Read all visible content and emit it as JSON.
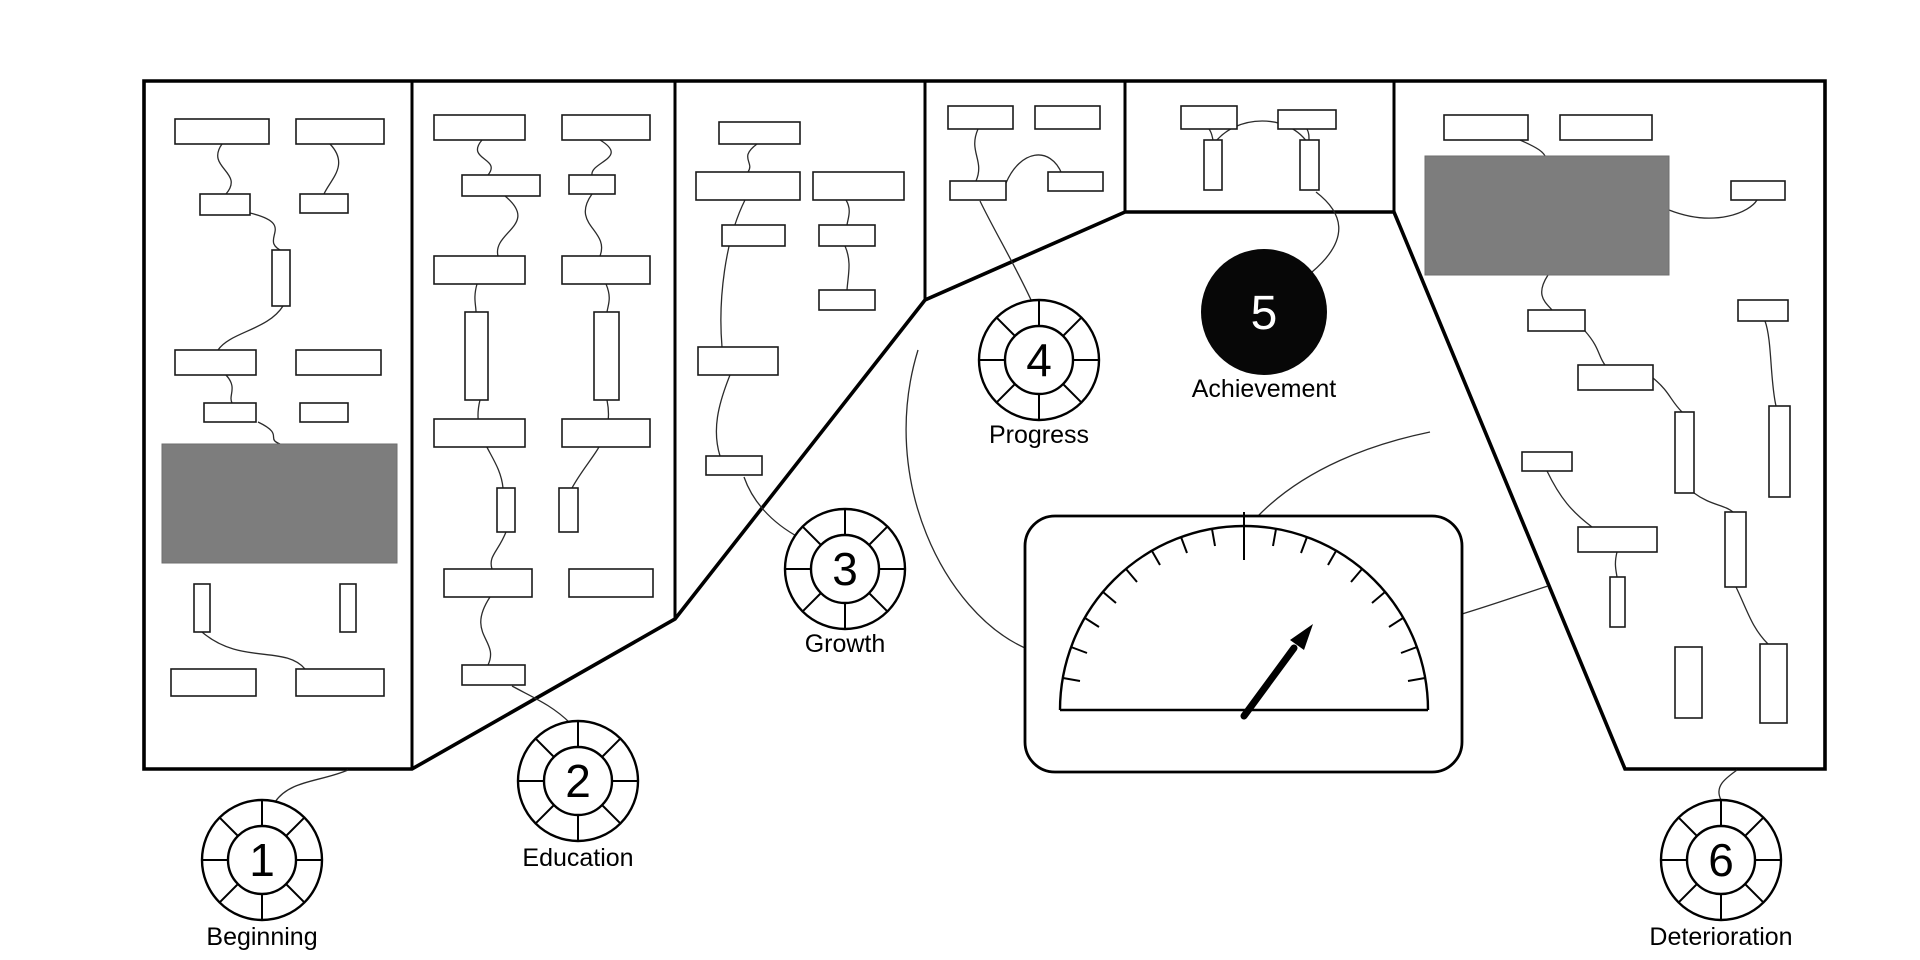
{
  "diagram": {
    "type": "process-timeline-circuit",
    "milestones": [
      {
        "number": "1",
        "label": "Beginning"
      },
      {
        "number": "2",
        "label": "Education"
      },
      {
        "number": "3",
        "label": "Growth"
      },
      {
        "number": "4",
        "label": "Progress"
      },
      {
        "number": "5",
        "label": "Achievement"
      },
      {
        "number": "6",
        "label": "Deterioration"
      }
    ]
  },
  "icons": {
    "stage_marker": "gear-wheel-icon",
    "stage5_marker": "filled-circle-icon",
    "meter": "analog-gauge-icon"
  },
  "colors": {
    "outline": "#000000",
    "background": "#ffffff",
    "component_fill": "#ffffff",
    "highlight_fill": "#7d7d7d",
    "stage5_fill": "#070707",
    "stage5_text": "#ffffff"
  }
}
